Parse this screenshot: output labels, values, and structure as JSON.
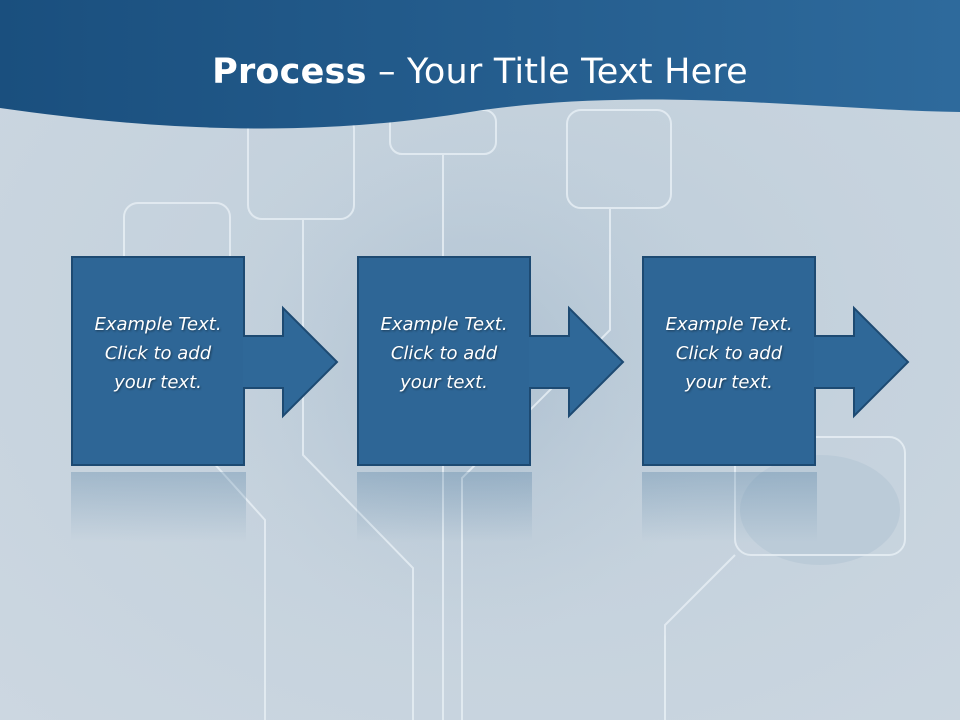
{
  "title": {
    "bold": "Process",
    "rest": " – Your Title Text Here"
  },
  "steps": [
    {
      "text": "Example Text.\nClick  to add\nyour text."
    },
    {
      "text": "Example Text.\nClick  to add\nyour text."
    },
    {
      "text": "Example Text.\nClick  to add\nyour text."
    }
  ],
  "colors": {
    "header": "#1f5485",
    "box": "#2e6696",
    "box_border": "#1d4a72",
    "background": "#c5d2dd"
  }
}
